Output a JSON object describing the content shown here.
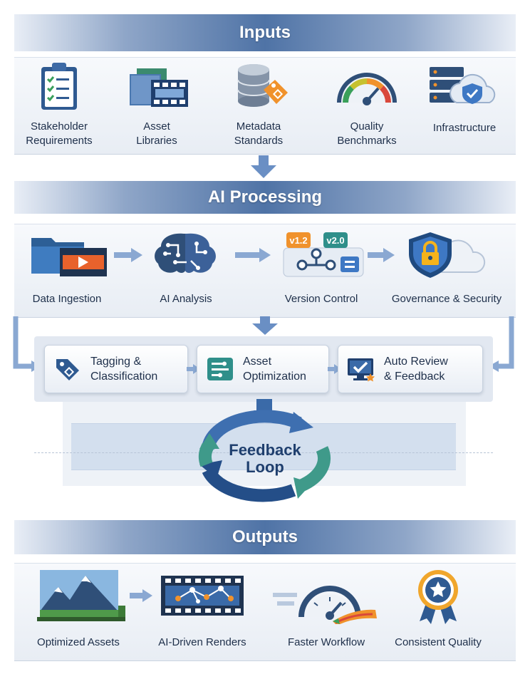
{
  "inputs": {
    "title": "Inputs",
    "items": [
      {
        "label": "Stakeholder\nRequirements",
        "icon": "clipboard-checklist-icon"
      },
      {
        "label": "Asset\nLibraries",
        "icon": "asset-library-icon"
      },
      {
        "label": "Metadata\nStandards",
        "icon": "database-tag-icon"
      },
      {
        "label": "Quality\nBenchmarks",
        "icon": "gauge-icon"
      },
      {
        "label": "Infrastructure",
        "icon": "server-cloud-icon"
      }
    ]
  },
  "processing": {
    "title": "AI Processing",
    "steps": [
      {
        "label": "Data Ingestion",
        "icon": "folder-video-icon"
      },
      {
        "label": "AI Analysis",
        "icon": "brain-circuit-icon"
      },
      {
        "label": "Version Control",
        "icon": "version-branch-icon",
        "badges": [
          "v1.2",
          "v2.0"
        ]
      },
      {
        "label": "Governance & Security",
        "icon": "shield-lock-icon"
      }
    ],
    "cards": [
      {
        "label": "Tagging &\nClassification",
        "icon": "tag-icon"
      },
      {
        "label": "Asset\nOptimization",
        "icon": "sliders-icon"
      },
      {
        "label": "Auto Review\n& Feedback",
        "icon": "monitor-check-icon"
      }
    ],
    "loop_label": "Feedback\nLoop"
  },
  "outputs": {
    "title": "Outputs",
    "items": [
      {
        "label": "Optimized Assets",
        "icon": "mountain-image-icon"
      },
      {
        "label": "AI-Driven Renders",
        "icon": "film-network-icon"
      },
      {
        "label": "Faster Workflow",
        "icon": "speedometer-icon"
      },
      {
        "label": "Consistent Quality",
        "icon": "award-ribbon-icon"
      }
    ]
  },
  "colors": {
    "primary": "#2f5a91",
    "accent_orange": "#f0922c",
    "teal": "#2f8f8a",
    "arrow": "#6a8fc4"
  }
}
